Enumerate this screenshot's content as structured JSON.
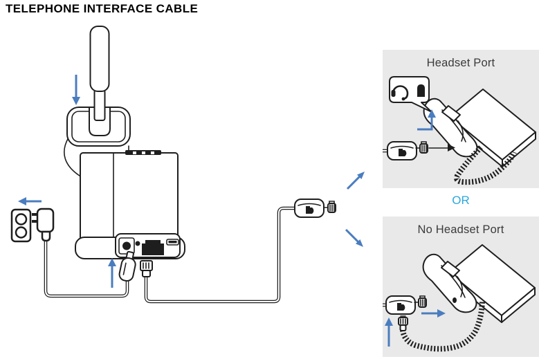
{
  "page": {
    "title": "TELEPHONE INTERFACE CABLE"
  },
  "right_column": {
    "headset_port_panel": {
      "label": "Headset Port"
    },
    "or_label": "OR",
    "no_headset_port_panel": {
      "label": "No Headset Port"
    }
  },
  "colors": {
    "arrow_blue": "#4a7dbf",
    "or_blue": "#2aa7df",
    "panel_bg": "#e9e9e9",
    "ink": "#1e1e1e",
    "title_color": "#000000",
    "label_color": "#3b3b3b"
  },
  "icons": {
    "speech_bubble": [
      "headset-icon",
      "handset-jack-icon"
    ],
    "arrows": [
      "down-arrow-icon",
      "left-arrow-icon",
      "up-arrow-icon",
      "up-right-arrow-icon",
      "down-right-arrow-icon",
      "bent-up-arrow-icon",
      "right-arrow-icon"
    ]
  }
}
